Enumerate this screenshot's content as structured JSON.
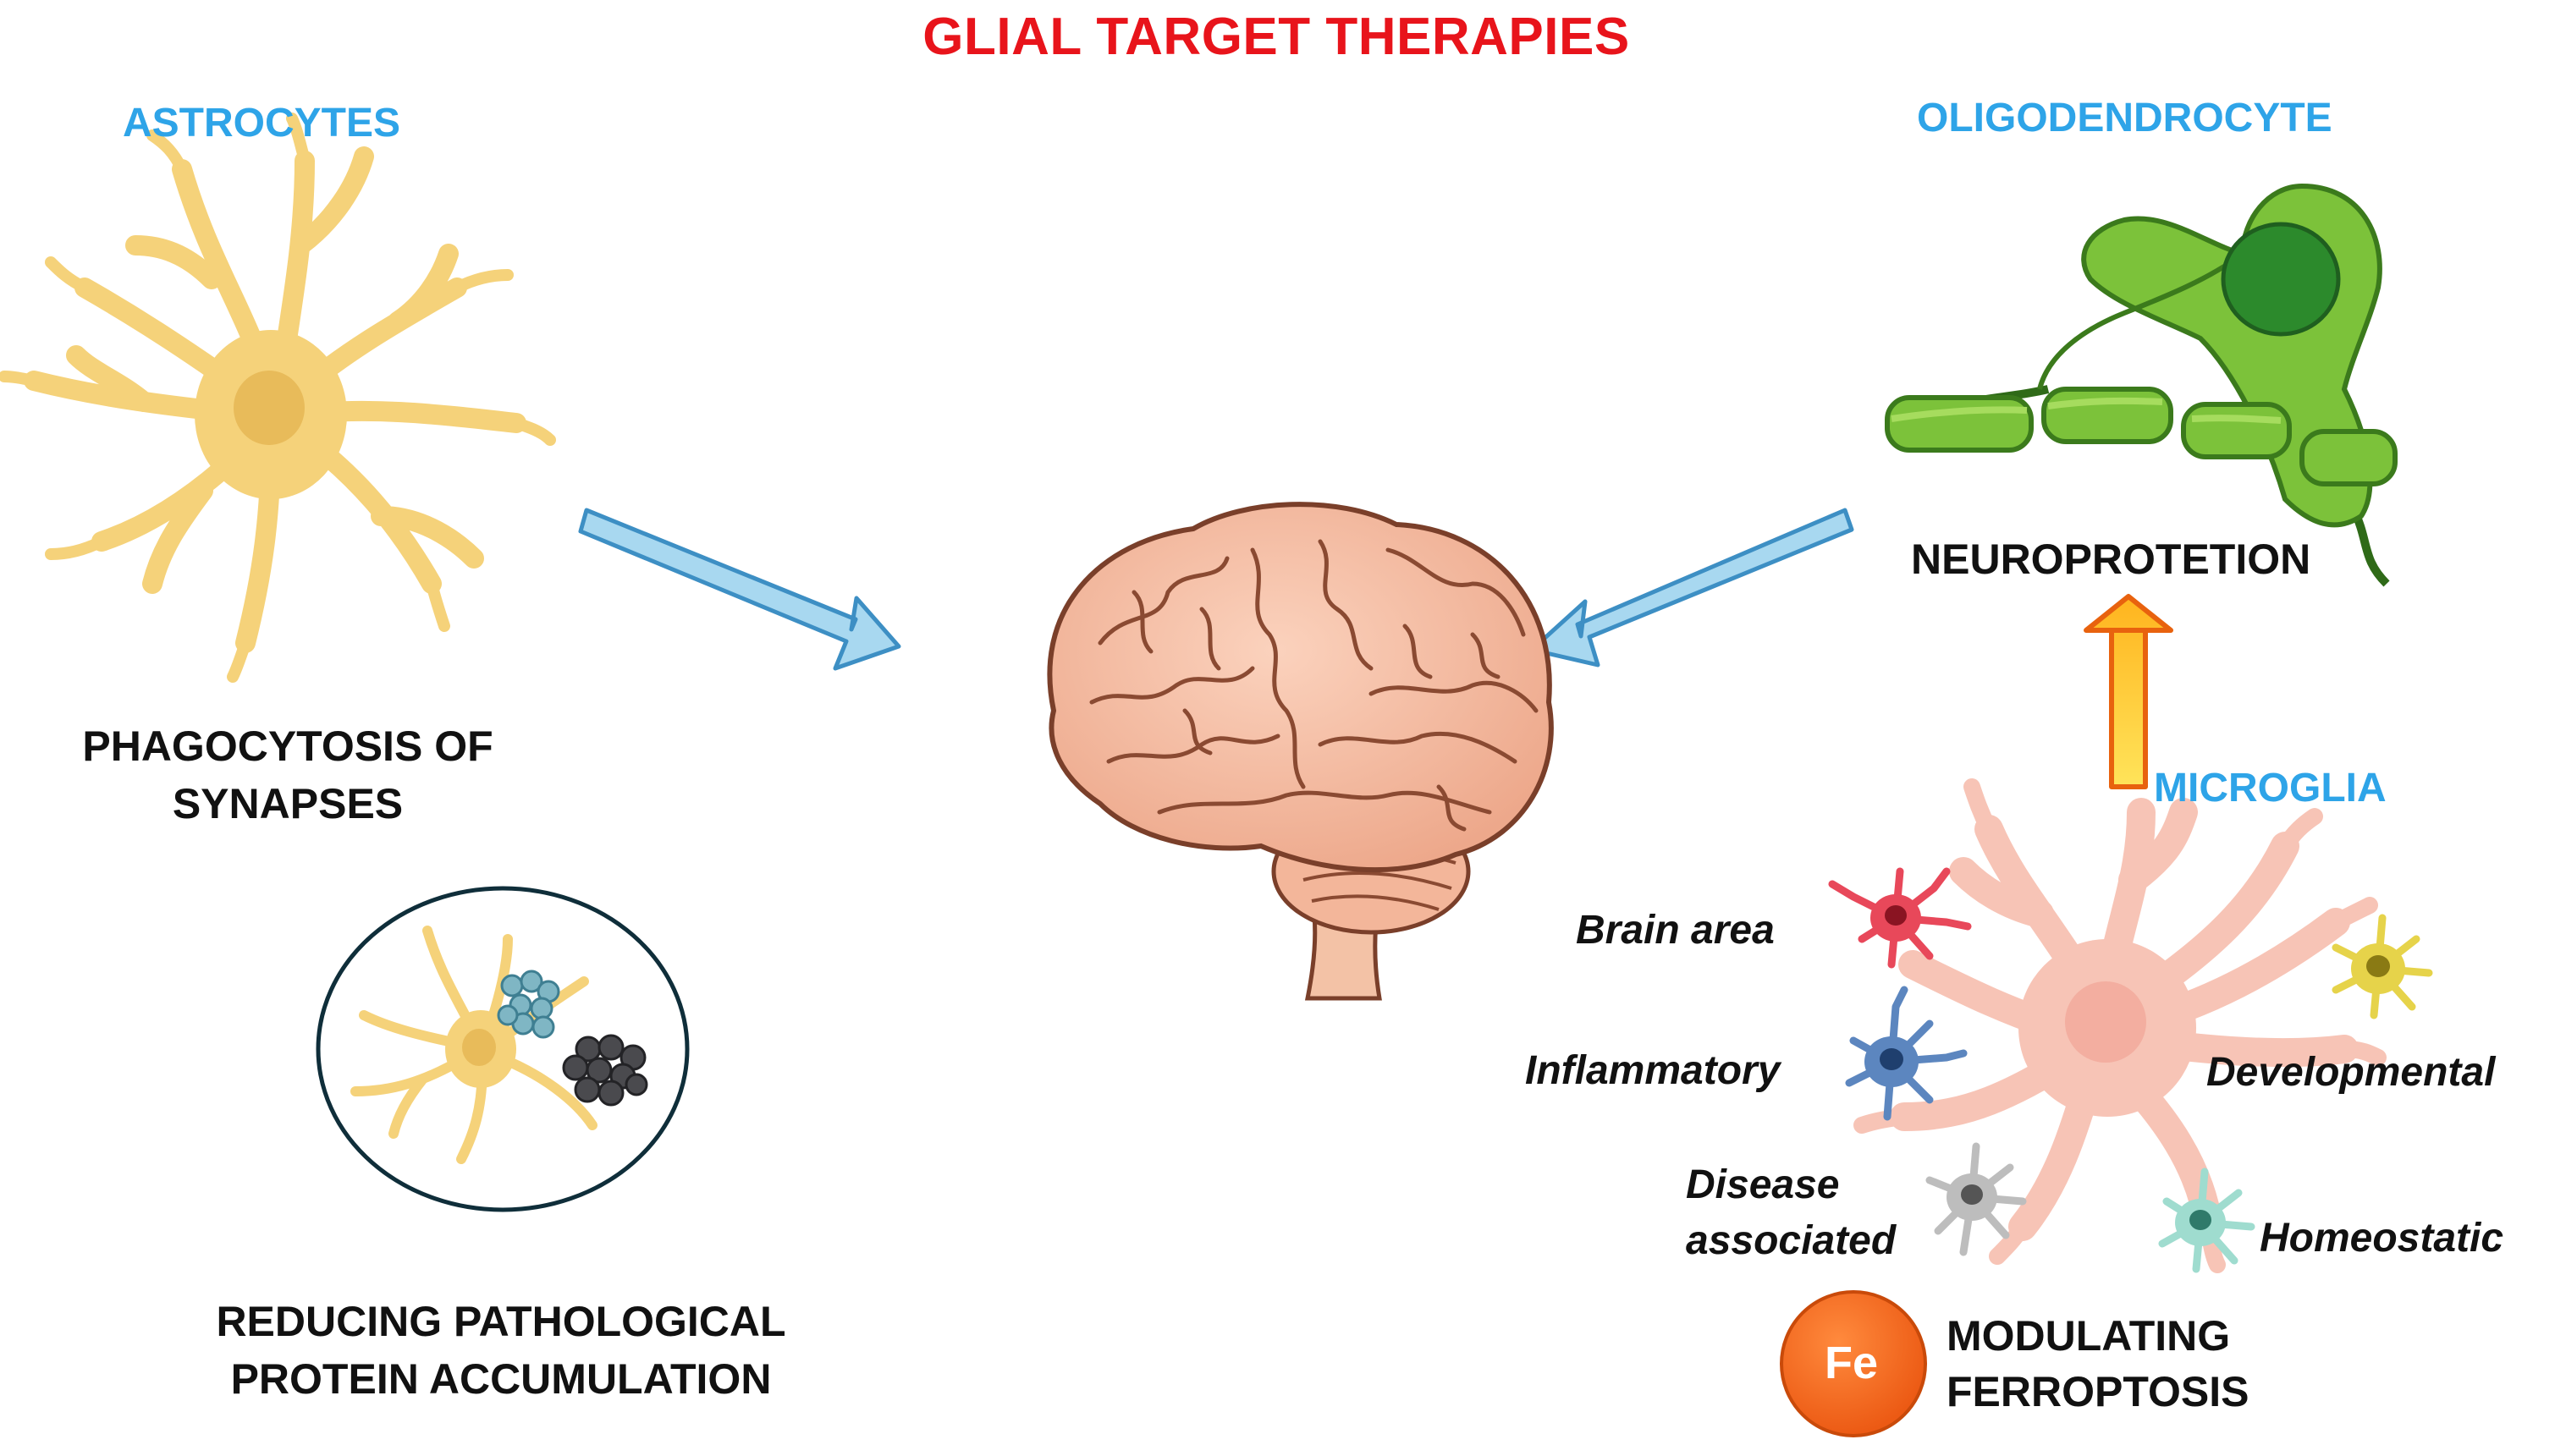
{
  "title": "GLIAL TARGET THERAPIES",
  "cells": {
    "astrocytes": {
      "name": "ASTROCYTES",
      "effect_line1": "PHAGOCYTOSIS OF",
      "effect_line2": "SYNAPSES",
      "inset_line1": "REDUCING PATHOLOGICAL",
      "inset_line2": "PROTEIN ACCUMULATION"
    },
    "oligodendrocyte": {
      "name": "OLIGODENDROCYTE",
      "effect": "NEUROPROTETION"
    },
    "microglia": {
      "name": "MICROGLIA",
      "states": {
        "brain_area": "Brain area",
        "inflammatory": "Inflammatory",
        "disease_line1": "Disease",
        "disease_line2": "associated",
        "developmental": "Developmental",
        "homeostatic": "Homeostatic"
      },
      "ferroptosis_symbol": "Fe",
      "ferroptosis_line1": "MODULATING",
      "ferroptosis_line2": "FERROPTOSIS"
    }
  },
  "colors": {
    "title": "#e8141b",
    "cell_name": "#2ea4e8",
    "astrocyte": "#f5d27a",
    "oligodendrocyte": "#7cc23a",
    "microglia": "#f7c4b6",
    "arrow": "#a8d8f0",
    "up_arrow": "#f7a21b",
    "fe_circle": "#f26b21"
  }
}
